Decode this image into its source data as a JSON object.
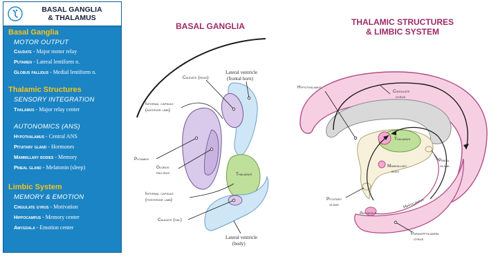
{
  "panel": {
    "title_line1": "BASAL GANGLIA",
    "title_line2": "& THALAMUS",
    "sections": [
      {
        "heading": "Basal Ganglia",
        "groups": [
          {
            "subheading": "MOTOR OUTPUT",
            "items": [
              {
                "term": "Caudate",
                "desc": "Major motor relay"
              },
              {
                "term": "Putamen",
                "desc": "Lateral lentiform n."
              },
              {
                "term": "Globus pallidus",
                "desc": "Medial lentiform n."
              }
            ]
          }
        ]
      },
      {
        "heading": "Thalamic Structures",
        "groups": [
          {
            "subheading": "SENSORY INTEGRATION",
            "items": [
              {
                "term": "Thalamus",
                "desc": "Major relay center"
              }
            ]
          },
          {
            "subheading": "AUTONOMICS (ANS)",
            "items": [
              {
                "term": "Hypothalamus",
                "desc": "Central ANS"
              },
              {
                "term": "Pituitary gland",
                "desc": "Hormones"
              },
              {
                "term": "Mammillary bodies",
                "desc": "Memory"
              },
              {
                "term": "Pineal gland",
                "desc": "Melatonin (sleep)"
              }
            ]
          }
        ]
      },
      {
        "heading": "Limbic System",
        "groups": [
          {
            "subheading": "MEMORY & EMOTION",
            "items": [
              {
                "term": "Cingulate gyrus",
                "desc": "Motivation"
              },
              {
                "term": "Hippocampus",
                "desc": "Memory center"
              },
              {
                "term": "Amygdala",
                "desc": "Emotion center"
              }
            ]
          }
        ]
      }
    ]
  },
  "basal_ganglia": {
    "title": "BASAL GANGLIA",
    "labels": {
      "caudate_head": "Caudate (head)",
      "lv_frontal_1": "Lateral ventricle",
      "lv_frontal_2": "(frontal horn)",
      "ic_anterior_1": "Internal capsule",
      "ic_anterior_2": "(anterior limb)",
      "putamen": "Putamen",
      "globus_1": "Globus",
      "globus_2": "pallidus",
      "thalamus": "Thalamus",
      "ic_posterior_1": "Internal capsule",
      "ic_posterior_2": "(posterior limb)",
      "caudate_tail": "Caudate (tail)",
      "lv_body_1": "Lateral ventricle",
      "lv_body_2": "(body)"
    }
  },
  "thalamic": {
    "title_line1": "THALAMIC STRUCTURES",
    "title_line2": "& LIMBIC SYSTEM",
    "labels": {
      "hypothalamus": "Hypothalamus",
      "cingulate_1": "Cingulate",
      "cingulate_2": "gyrus",
      "thalamus": "Thalamus",
      "pineal_1": "Pineal",
      "pineal_2": "gland",
      "mammillary_1": "Mammillary",
      "mammillary_2": "body",
      "pituitary_1": "Pituitary",
      "pituitary_2": "gland",
      "amygdala": "Amygdala",
      "hippocampus": "Hippocampus",
      "parahippo_1": "Parahippocampal",
      "parahippo_2": "gyrus"
    }
  },
  "colors": {
    "panel_bg": "#1b84c4",
    "section_heading": "#f6c21c",
    "title_magenta": "#9b2a67",
    "purple_structure": "#d9c9ea",
    "green_thalamus": "#bfe09a",
    "blue_ventricle": "#cfe6f6",
    "pink_limbic": "#f7cfe3"
  }
}
